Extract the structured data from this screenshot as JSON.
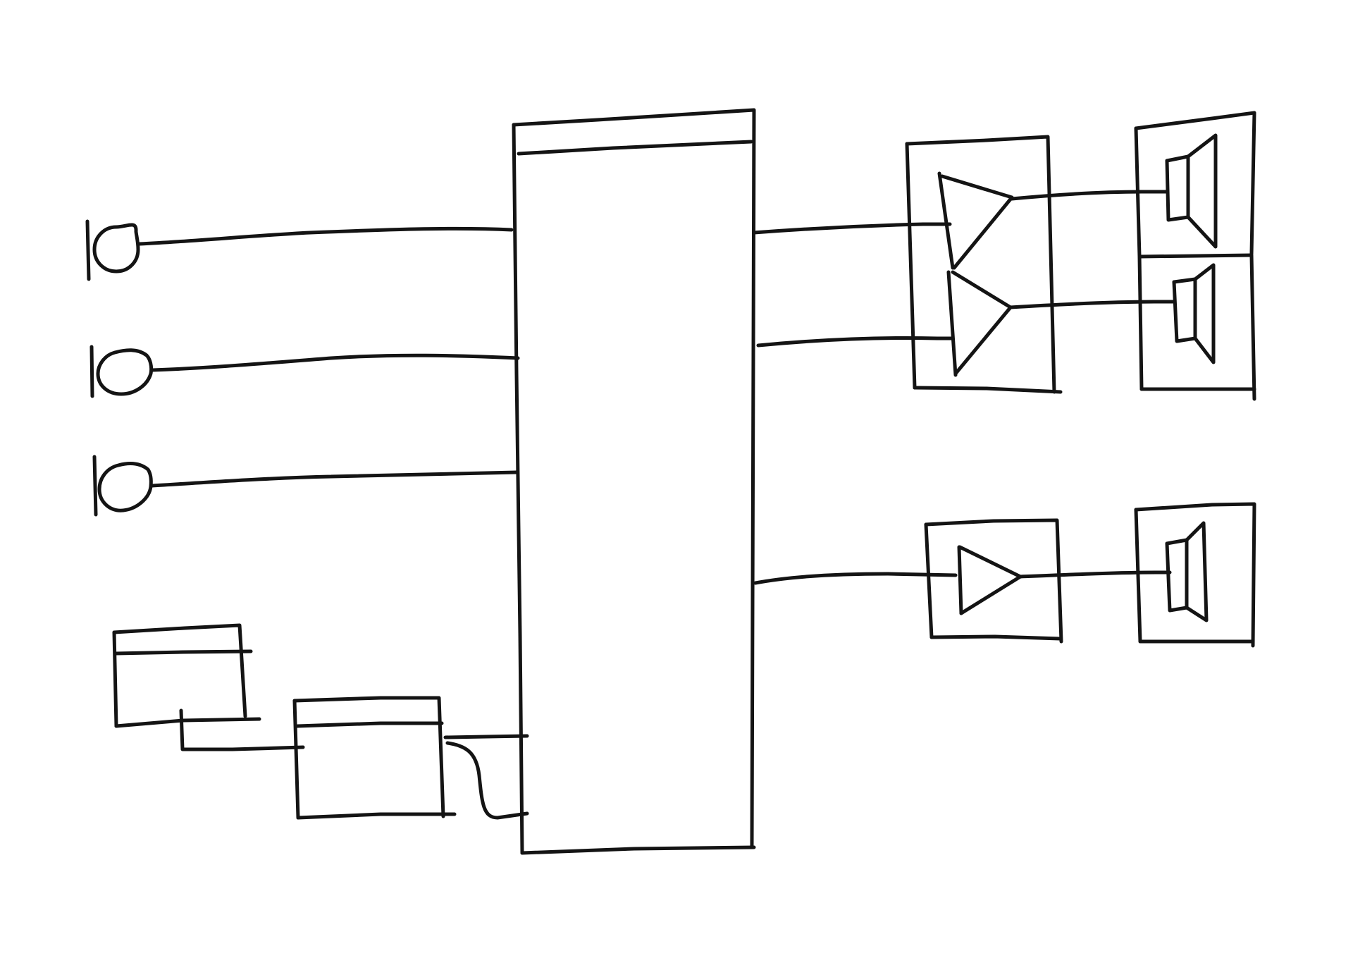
{
  "diagram": {
    "kind": "hand-drawn audio signal flow sketch",
    "text_labels": [],
    "colors": {
      "ink": "#141414",
      "background": "#ffffff"
    },
    "components": [
      {
        "name": "microphone-1",
        "icon": "microphone-icon"
      },
      {
        "name": "microphone-2",
        "icon": "microphone-icon"
      },
      {
        "name": "microphone-3",
        "icon": "microphone-icon"
      },
      {
        "name": "source-device-1",
        "icon": "device-box-icon"
      },
      {
        "name": "source-device-2",
        "icon": "device-box-icon"
      },
      {
        "name": "mixer",
        "icon": "mixer-icon"
      },
      {
        "name": "stereo-amplifier",
        "icon": "dual-amplifier-icon"
      },
      {
        "name": "mono-amplifier",
        "icon": "amplifier-icon"
      },
      {
        "name": "speaker-1",
        "icon": "speaker-icon"
      },
      {
        "name": "speaker-2",
        "icon": "speaker-icon"
      },
      {
        "name": "speaker-3",
        "icon": "speaker-icon"
      }
    ],
    "connections": [
      {
        "from": "microphone-1",
        "to": "mixer"
      },
      {
        "from": "microphone-2",
        "to": "mixer"
      },
      {
        "from": "microphone-3",
        "to": "mixer"
      },
      {
        "from": "source-device-1",
        "to": "source-device-2"
      },
      {
        "from": "source-device-2",
        "to": "mixer"
      },
      {
        "from": "source-device-2",
        "to": "mixer"
      },
      {
        "from": "mixer",
        "to": "stereo-amplifier"
      },
      {
        "from": "mixer",
        "to": "stereo-amplifier"
      },
      {
        "from": "mixer",
        "to": "mono-amplifier"
      },
      {
        "from": "stereo-amplifier",
        "to": "speaker-1"
      },
      {
        "from": "stereo-amplifier",
        "to": "speaker-2"
      },
      {
        "from": "mono-amplifier",
        "to": "speaker-3"
      }
    ]
  }
}
